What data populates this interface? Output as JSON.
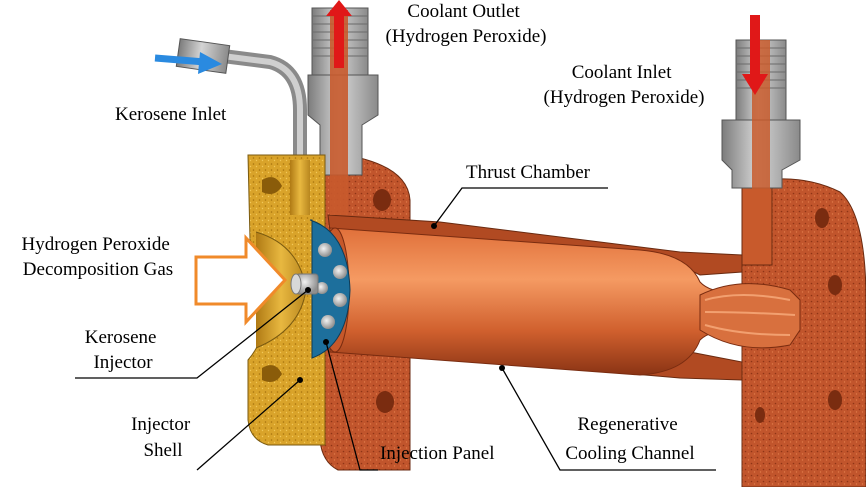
{
  "labels": {
    "coolant_outlet": [
      "Coolant Outlet",
      "(Hydrogen Peroxide)"
    ],
    "coolant_inlet": [
      "Coolant Inlet",
      "(Hydrogen Peroxide)"
    ],
    "kerosene_inlet": "Kerosene Inlet",
    "thrust_chamber": "Thrust Chamber",
    "hp_gas": [
      "Hydrogen Peroxide",
      "Decomposition Gas"
    ],
    "kerosene_injector": [
      "Kerosene",
      "Injector"
    ],
    "injector_shell": [
      "Injector",
      "Shell"
    ],
    "injection_panel": "Injection Panel",
    "regen_channel": [
      "Regenerative",
      "Cooling Channel"
    ]
  },
  "colors": {
    "copper": "#c8552a",
    "copper_light": "#f08a55",
    "brass": "#d9a52a",
    "steel": "#a8a8a8",
    "panel_blue": "#1d6f9c",
    "flow_blue": "#2a8ae0",
    "flow_red": "#e01818",
    "gas_arrow": "#f08a2a"
  }
}
